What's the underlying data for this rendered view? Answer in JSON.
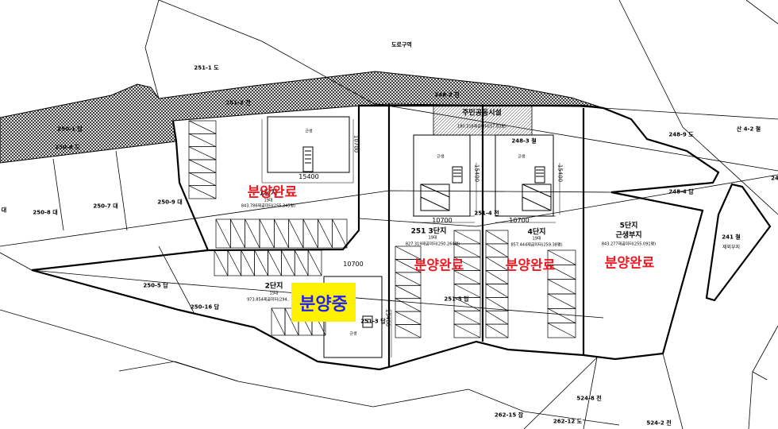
{
  "colors": {
    "sold": "#ee1c25",
    "selling_bg": "#fff200",
    "selling_text": "#2222ee"
  },
  "status": {
    "sold": "분양완료",
    "selling": "분양중"
  },
  "parcels": {
    "road_zone": "도로구역",
    "p251_1": "251-1 도",
    "p251_2": "251-2 전",
    "p248_2": "248-2 전",
    "p250_1": "250-1 답",
    "p250_4": "250-4 도",
    "p250_8": "250-8 대",
    "p_dae": "대",
    "p250_7": "250-7 대",
    "p250_9": "250-9 대",
    "p248_3": "248-3 철",
    "p251_4": "251-4 전",
    "p248_9": "248-9 도",
    "p_san4_2": "산 4-2 철",
    "p248_4": "248-4 답",
    "p24": "24",
    "p241": "241 철",
    "excluded": "제외부지",
    "p250_5": "250-5 답",
    "p250_16": "250-16 답",
    "p251_5": "251-5 답",
    "p251_3": "251-3 답",
    "p524_8": "524-8 전",
    "p262_15": "262-15 잡",
    "p262_12": "262-12 도",
    "p524_2": "524-2 전"
  },
  "facility": {
    "name": "주민공동시설",
    "area": "180.318제곱미터(57.83평)"
  },
  "building_label": "근생",
  "dims": {
    "d10700": "10700",
    "d15400": "15400"
  },
  "complexes": [
    {
      "name": "1단지",
      "spaces": "19대",
      "area": "843.786제곱미터(255.345평)"
    },
    {
      "name": "2단지",
      "spaces": "19대",
      "area": "973.854제곱미터(294.."
    },
    {
      "name": "251 3단지",
      "spaces": "19대",
      "area": "827.319제곱미터(250.264평)"
    },
    {
      "name": "4단지",
      "spaces": "19대",
      "area": "857.444제곱미터(259.38평)"
    },
    {
      "name": "5단지",
      "sub": "근생부지",
      "area": "843.277제곱미터(255.091평)"
    }
  ]
}
